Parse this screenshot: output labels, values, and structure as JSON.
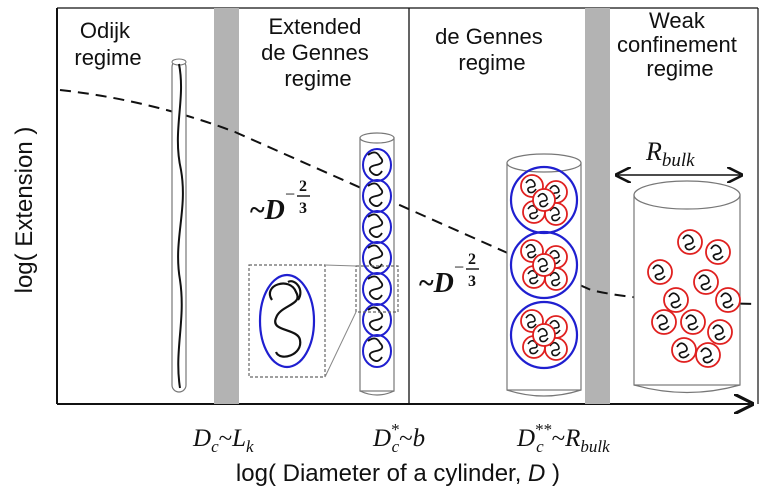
{
  "regimes": [
    {
      "lines": [
        "Odijk",
        "regime"
      ]
    },
    {
      "lines": [
        "Extended",
        "de Gennes",
        "regime"
      ]
    },
    {
      "lines": [
        "de Gennes",
        "regime"
      ]
    },
    {
      "lines": [
        "Weak",
        "confinement",
        "regime"
      ]
    }
  ],
  "axes": {
    "y_label": "log( Extension )",
    "x_label_prefix": "log( Diameter of a cylinder, ",
    "x_label_var": "D",
    "x_label_suffix": " )"
  },
  "boundaries": [
    {
      "name": "D",
      "sub": "c",
      "sup": "",
      "rel": "~",
      "rhs": "L",
      "rhs_sub": "k"
    },
    {
      "name": "D",
      "sub": "c",
      "sup": "*",
      "rel": "~",
      "rhs": "b",
      "rhs_sub": ""
    },
    {
      "name": "D",
      "sub": "c",
      "sup": "**",
      "rel": "~",
      "rhs": "R",
      "rhs_sub": "bulk"
    }
  ],
  "scalings": {
    "prefix": "~",
    "base": "D",
    "exp_sign": "−",
    "exp_num": "2",
    "exp_den": "3"
  },
  "bulk_label": {
    "base": "R",
    "sub": "bulk"
  },
  "colors": {
    "blob_blue": "#1f1fd0",
    "blob_red": "#e0201f",
    "boundary_gray": "#b3b3b3",
    "line": "#111111"
  }
}
